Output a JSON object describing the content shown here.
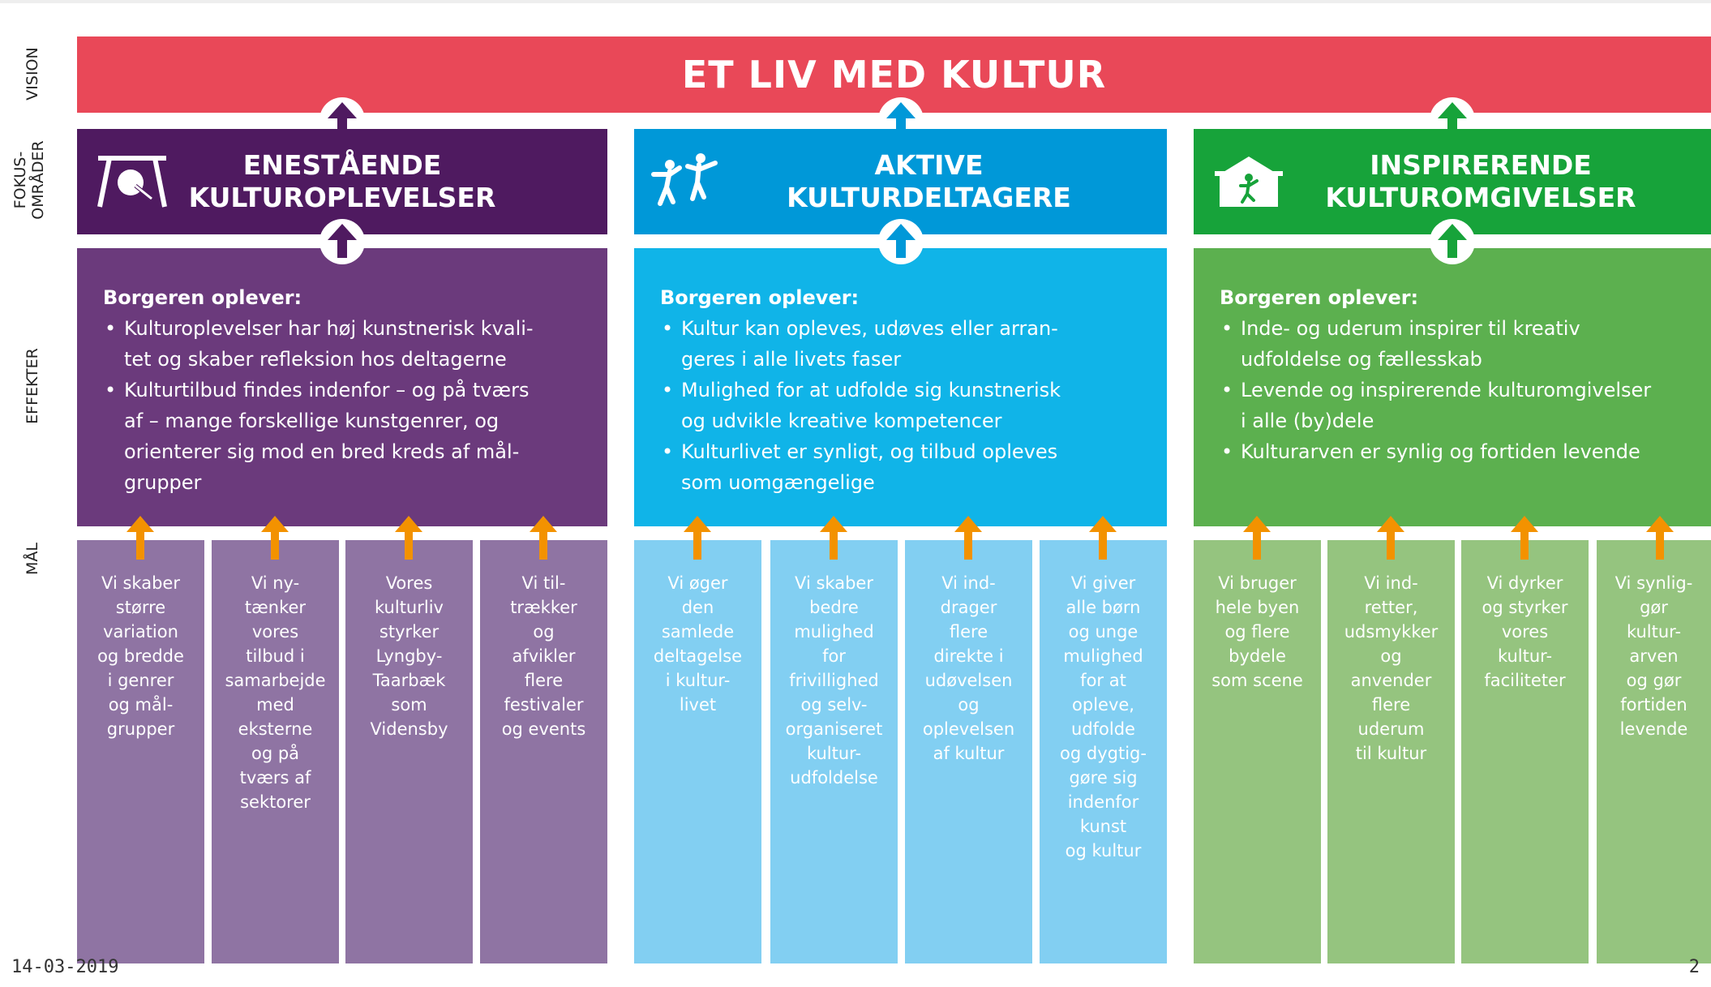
{
  "side_labels": {
    "vision": "VISION",
    "focus_line1": "FOKUS-",
    "focus_line2": "OMRÅDER",
    "effects": "EFFEKTER",
    "goals": "MÅL"
  },
  "vision": {
    "title": "ET LIV MED KULTUR",
    "color": "#e94858"
  },
  "columns": [
    {
      "color_focus": "#4f1a60",
      "color_effect": "#6b3a7c",
      "color_goal": "#8f74a3",
      "icon": "gong-icon",
      "title_line1": "ENESTÅENDE",
      "title_line2": "KULTUROPLEVELSER",
      "effect_head": "Borgeren oplever:",
      "bullets": [
        [
          "Kulturoplevelser har høj kunstnerisk kvali-",
          "tet og skaber refleksion hos deltagerne"
        ],
        [
          "Kulturtilbud findes indenfor – og på tværs",
          "af – mange forskellige kunstgenrer, og",
          "orienterer sig mod en bred kreds af mål-",
          "grupper"
        ]
      ],
      "goals": [
        [
          "Vi skaber",
          "større",
          "variation",
          "og bredde",
          "i genrer",
          "og mål-",
          "grupper"
        ],
        [
          "Vi ny-",
          "tænker",
          "vores",
          "tilbud i",
          "samarbejde",
          "med",
          "eksterne",
          "og på",
          "tværs af",
          "sektorer"
        ],
        [
          "Vores",
          "kulturliv",
          "styrker",
          "Lyngby-",
          "Taarbæk",
          "som",
          "Vidensby"
        ],
        [
          "Vi til-",
          "trækker",
          "og",
          "afvikler",
          "flere",
          "festivaler",
          "og events"
        ]
      ]
    },
    {
      "color_focus": "#0098d8",
      "color_effect": "#10b4e8",
      "color_goal": "#82cff2",
      "icon": "dancing-people-icon",
      "title_line1": "AKTIVE",
      "title_line2": "KULTURDELTAGERE",
      "effect_head": "Borgeren oplever:",
      "bullets": [
        [
          "Kultur kan opleves, udøves eller arran-",
          "geres i alle livets faser"
        ],
        [
          "Mulighed for at udfolde sig kunstnerisk",
          "og udvikle kreative kompetencer"
        ],
        [
          "Kulturlivet er synligt, og tilbud opleves",
          "som uomgængelige"
        ]
      ],
      "goals": [
        [
          "Vi øger",
          "den",
          "samlede",
          "deltagelse",
          "i kultur-",
          "livet"
        ],
        [
          "Vi skaber",
          "bedre",
          "mulighed",
          "for",
          "frivillighed",
          "og selv-",
          "organiseret",
          "kultur-",
          "udfoldelse"
        ],
        [
          "Vi ind-",
          "drager",
          "flere",
          "direkte i",
          "udøvelsen",
          "og",
          "oplevelsen",
          "af kultur"
        ],
        [
          "Vi giver",
          "alle børn",
          "og unge",
          "mulighed",
          "for at",
          "opleve,",
          "udfolde",
          "og dygtig-",
          "gøre sig",
          "indenfor",
          "kunst",
          "og kultur"
        ]
      ]
    },
    {
      "color_focus": "#17a33a",
      "color_effect": "#5cb04f",
      "color_goal": "#95c47f",
      "icon": "house-figure-icon",
      "title_line1": "INSPIRERENDE",
      "title_line2": "KULTUROMGIVELSER",
      "effect_head": "Borgeren oplever:",
      "bullets": [
        [
          "Inde- og uderum inspirer til kreativ",
          "udfoldelse og fællesskab"
        ],
        [
          "Levende og inspirerende kulturomgivelser",
          "i alle (by)dele"
        ],
        [
          "Kulturarven er synlig og fortiden levende"
        ]
      ],
      "goals": [
        [
          "Vi bruger",
          "hele byen",
          "og flere",
          "bydele",
          "som scene"
        ],
        [
          "Vi ind-",
          "retter,",
          "udsmykker",
          "og",
          "anvender",
          "flere",
          "uderum",
          "til kultur"
        ],
        [
          "Vi dyrker",
          "og styrker",
          "vores",
          "kultur-",
          "faciliteter"
        ],
        [
          "Vi synlig-",
          "gør",
          "kultur-",
          "arven",
          "og gør",
          "fortiden",
          "levende"
        ]
      ]
    }
  ],
  "footer": {
    "date": "14-03-2019",
    "page": "2"
  },
  "arrow_color": "#f39200"
}
